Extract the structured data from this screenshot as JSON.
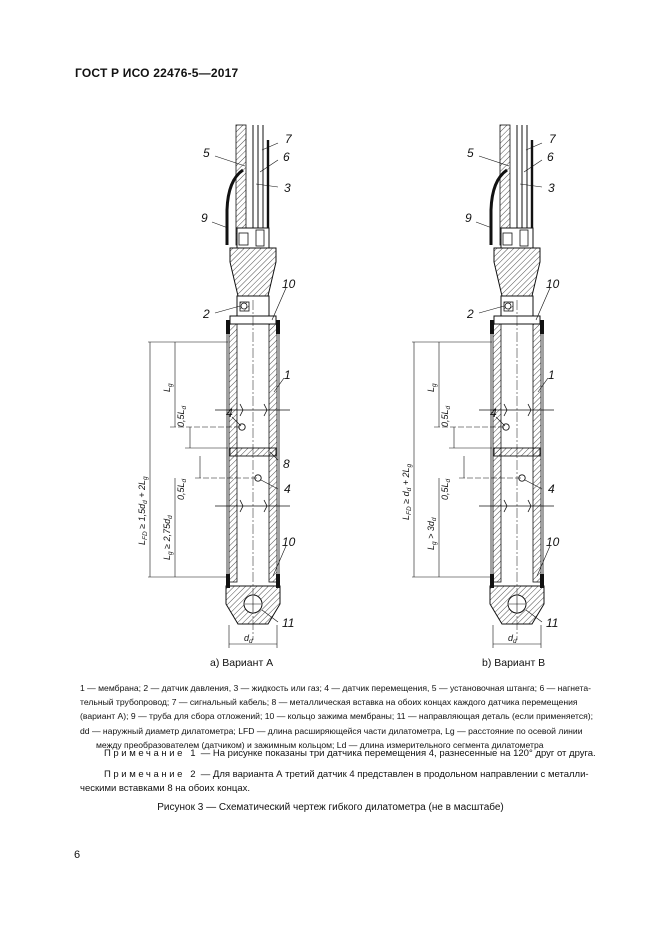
{
  "header": {
    "title": "ГОСТ Р ИСО 22476-5—2017"
  },
  "figure": {
    "variant_a": {
      "caption": "a) Вариант А",
      "labels": [
        "5",
        "7",
        "6",
        "3",
        "9",
        "10",
        "2",
        "1",
        "4",
        "8",
        "4",
        "10",
        "11"
      ],
      "dims": {
        "lg": "L",
        "lg_sub": "g",
        "half_ld": "0,5L",
        "half_ld_sub": "d",
        "lfd": "L",
        "lfd_sub": "FD",
        "lfd_rel": " ≥ 1,5d",
        "lfd_rel_sub": "d",
        "lfd_tail": " + 2L",
        "lfd_tail_sub": "g",
        "lg2": "L",
        "lg2_sub": "g",
        "lg2_rel": " ≥ 2,75d",
        "lg2_rel_sub": "d",
        "dd": "d",
        "dd_sub": "d"
      }
    },
    "variant_b": {
      "caption": "b) Вариант В",
      "labels": [
        "5",
        "7",
        "6",
        "3",
        "9",
        "10",
        "2",
        "1",
        "4",
        "4",
        "10",
        "11"
      ],
      "dims": {
        "lg": "L",
        "lg_sub": "g",
        "half_ld": "0,5L",
        "half_ld_sub": "d",
        "lfd": "L",
        "lfd_sub": "FD",
        "lfd_rel": " ≥ d",
        "lfd_rel_sub": "d",
        "lfd_tail": " + 2L",
        "lfd_tail_sub": "g",
        "lg2": "L",
        "lg2_sub": "g",
        "lg2_rel": " > 3d",
        "lg2_rel_sub": "d",
        "dd": "d",
        "dd_sub": "d"
      }
    }
  },
  "legend": {
    "line1": "1 — мембрана; 2 — датчик давления, 3 — жидкость или газ; 4 — датчик перемещения, 5 — установочная штанга; 6 — нагнета-",
    "line2": "тельный трубопровод; 7 — сигнальный кабель; 8 — металлическая вставка на обоих концах каждого датчика перемещения",
    "line3": "(вариант А); 9 — труба для сбора отложений; 10 — кольцо зажима мембраны; 11 — направляющая деталь (если применяется);",
    "line4": "dd — наружный диаметр дилатометра; LFD — длина расширяющейся части дилатометра, Lg — расстояние по осевой линии",
    "line5": "между преобразователем (датчиком) и зажимным кольцом; Ld — длина измерительного сегмента дилатометра"
  },
  "notes": [
    {
      "prefix": "Примечание 1",
      "text": " — На рисунке показаны три датчика перемещения 4, разнесенные на 120° друг от друга."
    },
    {
      "prefix": "Примечание 2",
      "text": " — Для варианта А третий датчик 4 представлен в продольном направлении с металли-",
      "cont": "ческими вставками 8 на обоих концах."
    }
  ],
  "figure_title": "Рисунок 3 — Схематический чертеж гибкого дилатометра (не в масштабе)",
  "page_number": "6"
}
